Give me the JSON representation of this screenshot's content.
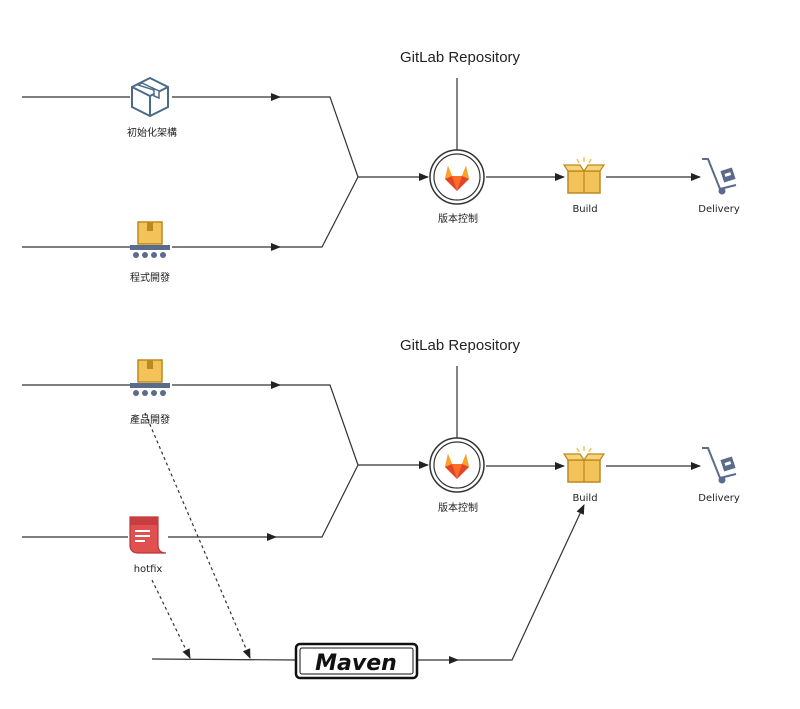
{
  "diagram_top": {
    "repo_title": "GitLab Repository",
    "init_label": "初始化架構",
    "dev_label": "程式開發",
    "vc_label": "版本控制",
    "build_label": "Build",
    "delivery_label": "Delivery"
  },
  "diagram_bottom": {
    "repo_title": "GitLab Repository",
    "product_label": "產品開發",
    "hotfix_label": "hotfix",
    "vc_label": "版本控制",
    "build_label": "Build",
    "delivery_label": "Delivery",
    "maven_label": "Maven"
  },
  "icons": {
    "init": "cube-box-icon",
    "dev": "conveyor-box-icon",
    "product": "conveyor-box-icon",
    "hotfix": "document-scroll-icon",
    "vc": "gitlab-fox-icon",
    "build": "open-box-icon",
    "delivery": "hand-truck-icon",
    "maven": "maven-logo"
  },
  "colors": {
    "line": "#333333",
    "gitlab_orange": "#e24329",
    "gitlab_light": "#fca326",
    "box": "#f3c35a",
    "box_dark": "#b98a1e",
    "cube": "#4a6b8a",
    "hotfix_red": "#e05050",
    "truck": "#5b6b8c"
  }
}
